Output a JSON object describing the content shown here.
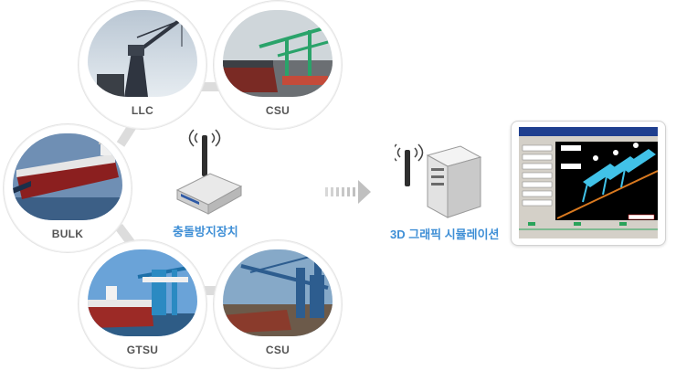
{
  "nodes": {
    "llc": {
      "label": "LLC"
    },
    "csu_top": {
      "label": "CSU"
    },
    "bulk": {
      "label": "BULK"
    },
    "gtsu": {
      "label": "GTSU"
    },
    "csu_bottom": {
      "label": "CSU"
    }
  },
  "device": {
    "caption": "충돌방지장치"
  },
  "server": {
    "caption": "3D 그래픽 시뮬레이션"
  },
  "colors": {
    "caption_blue": "#3f8fd6",
    "label_gray": "#555555",
    "connector": "#dcdcdc",
    "arrow": "#cfcfcf"
  }
}
